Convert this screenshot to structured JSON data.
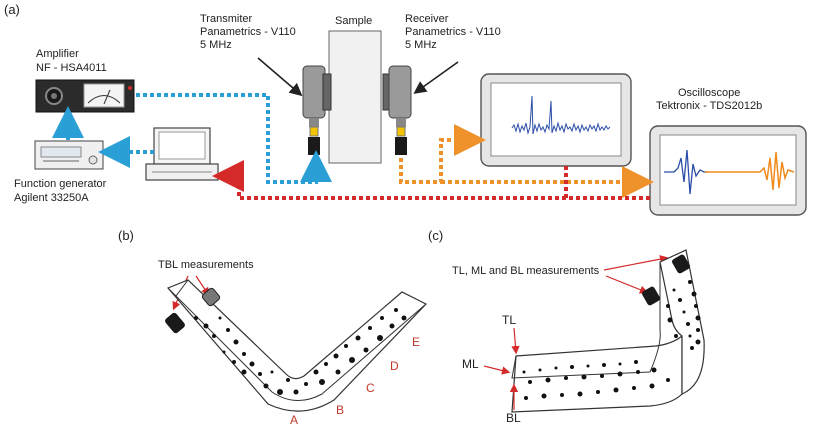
{
  "panels": {
    "a": "(a)",
    "b": "(b)",
    "c": "(c)"
  },
  "setup": {
    "amplifier": {
      "line1": "Amplifier",
      "line2": "NF - HSA4011"
    },
    "function_generator": {
      "line1": "Function generator",
      "line2": "Agilent 33250A"
    },
    "transmitter": {
      "line1": "Transmiter",
      "line2": "Panametrics - V110",
      "line3": "5 MHz"
    },
    "sample": "Sample",
    "receiver": {
      "line1": "Receiver",
      "line2": "Panametrics - V110",
      "line3": "5 MHz"
    },
    "oscilloscope": {
      "line1": "Oscilloscope",
      "line2": "Tektronix - TDS2012b"
    }
  },
  "panel_b": {
    "annotation": "TBL measurements",
    "positions": [
      "A",
      "B",
      "C",
      "D",
      "E"
    ]
  },
  "panel_c": {
    "annotation": "TL, ML and BL measurements",
    "tl": "TL",
    "ml": "ML",
    "bl": "BL"
  },
  "colors": {
    "blue_link": "#2a9fd6",
    "orange_link": "#f0922b",
    "red_link": "#d42a2a",
    "signal_blue": "#2b4ea8",
    "signal_orange": "#f08a1c"
  }
}
